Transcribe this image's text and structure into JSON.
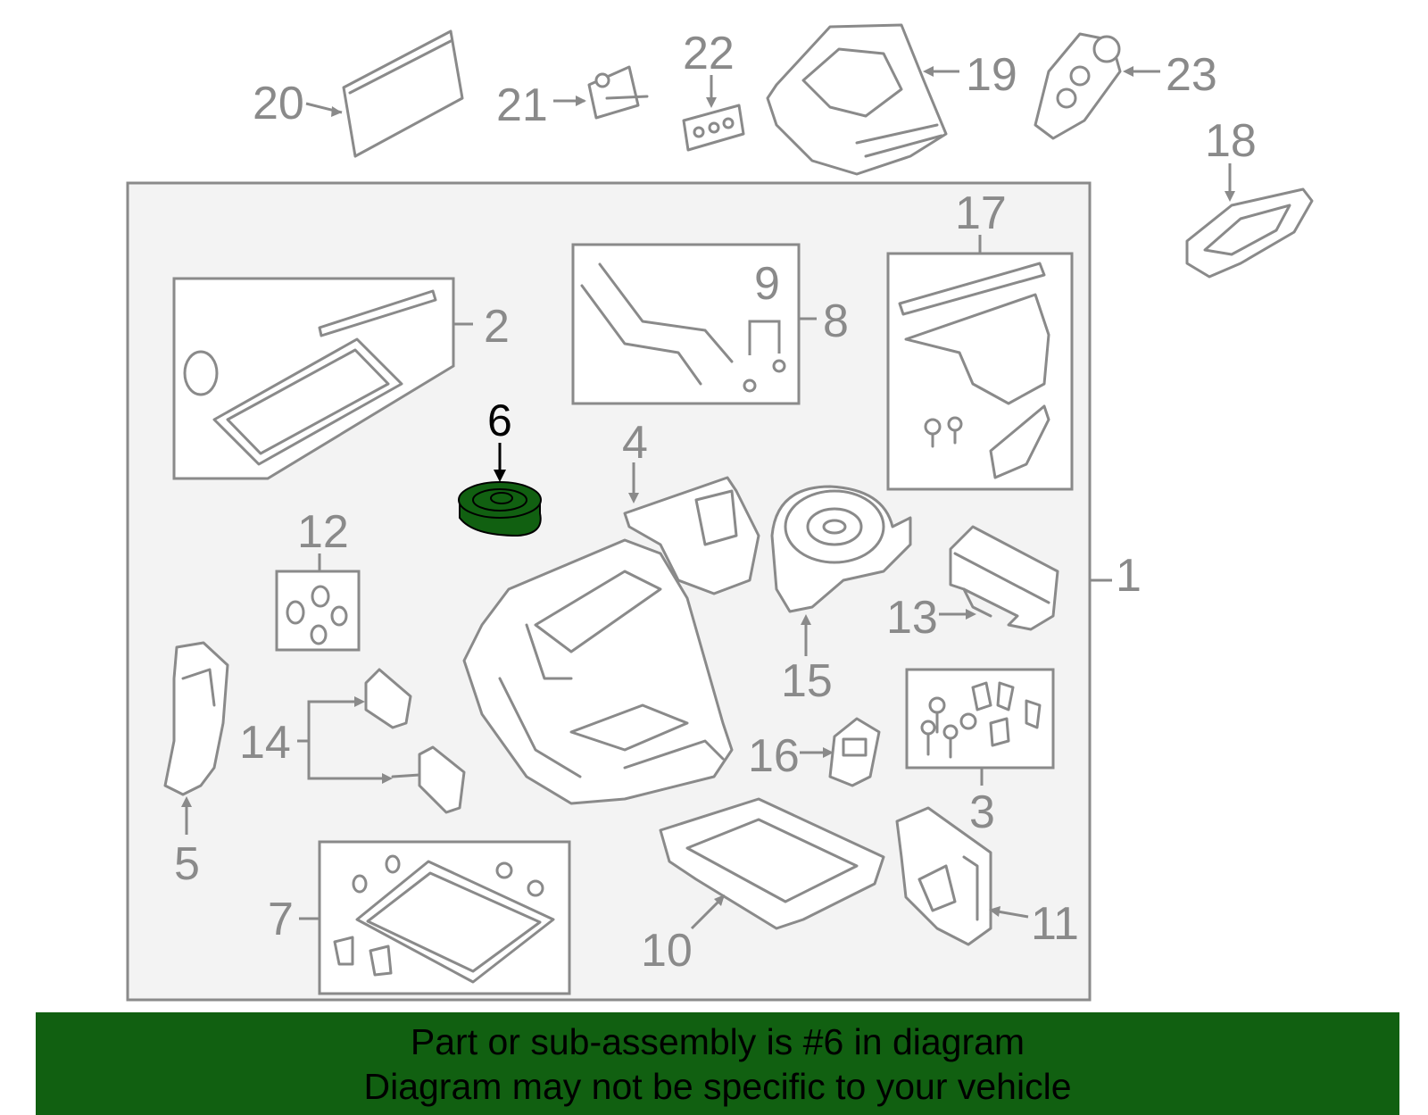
{
  "diagram": {
    "callouts": {
      "c1": "1",
      "c2": "2",
      "c3": "3",
      "c4": "4",
      "c5": "5",
      "c6": "6",
      "c7": "7",
      "c8": "8",
      "c9": "9",
      "c10": "10",
      "c11": "11",
      "c12": "12",
      "c13": "13",
      "c14": "14",
      "c15": "15",
      "c16": "16",
      "c17": "17",
      "c18": "18",
      "c19": "19",
      "c20": "20",
      "c21": "21",
      "c22": "22",
      "c23": "23"
    },
    "highlighted_part": "6",
    "colors": {
      "line": "#8a8a8a",
      "panel_fill": "#f3f3f3",
      "highlight": "#116011",
      "banner": "#116011"
    }
  },
  "banner": {
    "line1": "Part or sub-assembly is #6 in diagram",
    "line2": "Diagram may not be specific to your vehicle"
  }
}
